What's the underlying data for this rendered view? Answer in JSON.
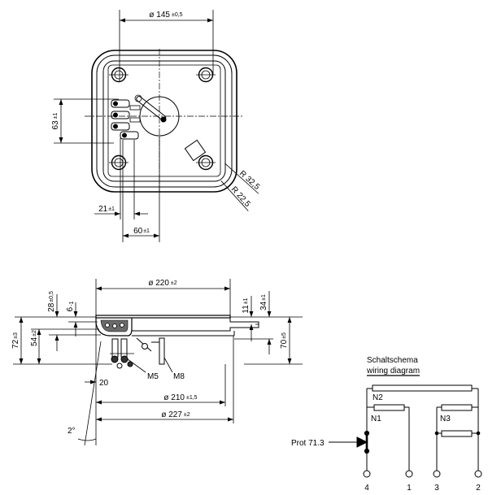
{
  "top_view": {
    "dia_145": {
      "value": "ø 145",
      "tol": "±0,5"
    },
    "dim_63": {
      "value": "63",
      "tol": "±1"
    },
    "dim_21": {
      "value": "21",
      "tol": "±1"
    },
    "dim_60": {
      "value": "60",
      "tol": "±1"
    },
    "radius_32": "R 32,5",
    "radius_22": "R 22,5"
  },
  "side_view": {
    "dia_220": {
      "value": "ø 220",
      "tol": "±2"
    },
    "dim_28": {
      "value": "28",
      "tol": "±0,5"
    },
    "dim_6": {
      "value": "6",
      "tol": "-1"
    },
    "dim_72": {
      "value": "72",
      "tol": "±3"
    },
    "dim_54": {
      "value": "54",
      "tol": "±2"
    },
    "dim_11": {
      "value": "11",
      "tol": "±1"
    },
    "dim_34": {
      "value": "34",
      "tol": "±1"
    },
    "dim_70": {
      "value": "70",
      "tol": "±5"
    },
    "thread_m5": "M5",
    "thread_m8": "M8",
    "dim_20": "20",
    "dia_210": {
      "value": "ø 210",
      "tol": "±1,5"
    },
    "dia_227": {
      "value": "ø 227",
      "tol": "±2"
    },
    "angle": "2°"
  },
  "wiring_diagram": {
    "title": "Schaltschema",
    "subtitle": "wiring diagram",
    "elements": {
      "n1": "N1",
      "n2": "N2",
      "n3": "N3"
    },
    "protector": "Prot 71.3",
    "terminals": [
      "4",
      "1",
      "3",
      "2"
    ]
  }
}
